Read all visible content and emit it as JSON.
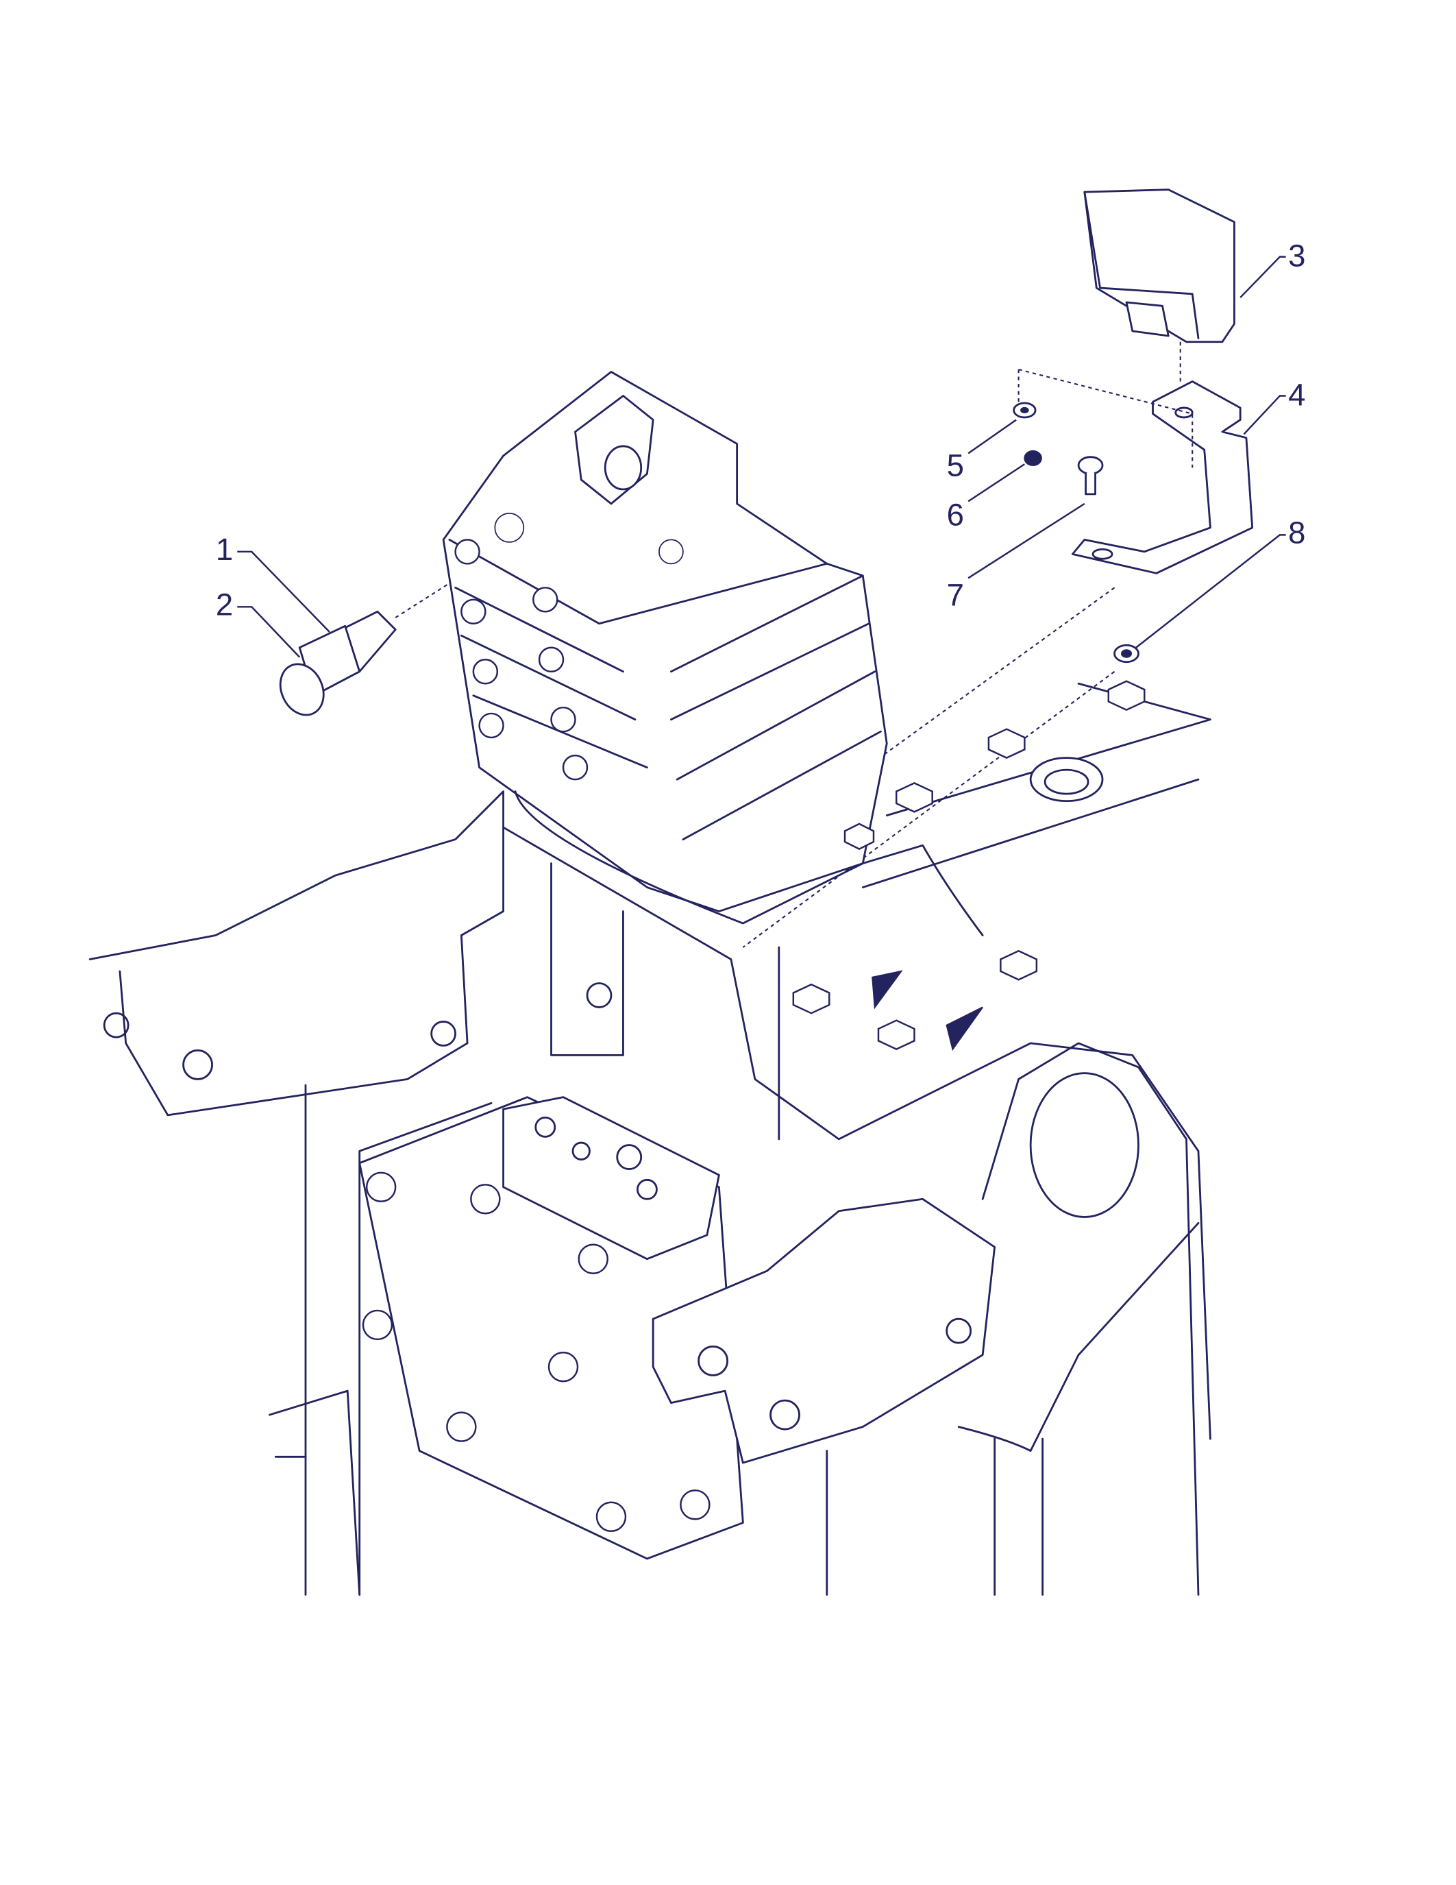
{
  "diagram": {
    "type": "exploded parts diagram",
    "callouts": [
      {
        "id": "1",
        "label": "1"
      },
      {
        "id": "2",
        "label": "2"
      },
      {
        "id": "3",
        "label": "3"
      },
      {
        "id": "4",
        "label": "4"
      },
      {
        "id": "5",
        "label": "5"
      },
      {
        "id": "6",
        "label": "6"
      },
      {
        "id": "7",
        "label": "7"
      },
      {
        "id": "8",
        "label": "8"
      }
    ],
    "line_color": "#23235f"
  }
}
